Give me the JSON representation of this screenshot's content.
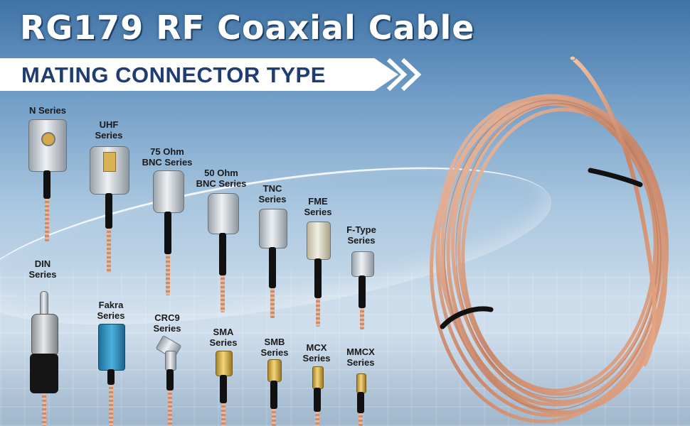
{
  "title": "RG179 RF Coaxial Cable",
  "banner": "MATING CONNECTOR TYPE",
  "connectors_top": [
    {
      "label1": "N",
      "label2": "Series",
      "name": "N Series"
    },
    {
      "label1": "UHF",
      "label2": "Series"
    },
    {
      "label1": "75 Ohm",
      "label2": "BNC Series"
    },
    {
      "label1": "50 Ohm",
      "label2": "BNC Series"
    },
    {
      "label1": "TNC",
      "label2": "Series"
    },
    {
      "label1": "FME",
      "label2": "Series"
    },
    {
      "label1": "F-Type",
      "label2": "Series"
    }
  ],
  "connectors_bottom": [
    {
      "label1": "DIN",
      "label2": "Series"
    },
    {
      "label1": "Fakra",
      "label2": "Series"
    },
    {
      "label1": "CRC9",
      "label2": "Series"
    },
    {
      "label1": "SMA",
      "label2": "Series"
    },
    {
      "label1": "SMB",
      "label2": "Series"
    },
    {
      "label1": "MCX",
      "label2": "Series"
    },
    {
      "label1": "MMCX",
      "label2": "Series"
    }
  ],
  "colors": {
    "banner_text": "#1f3d73",
    "cable_copper": "#d9a084",
    "fakra_blue": "#2b8ab8",
    "background_blue": "#6f9cc6"
  }
}
